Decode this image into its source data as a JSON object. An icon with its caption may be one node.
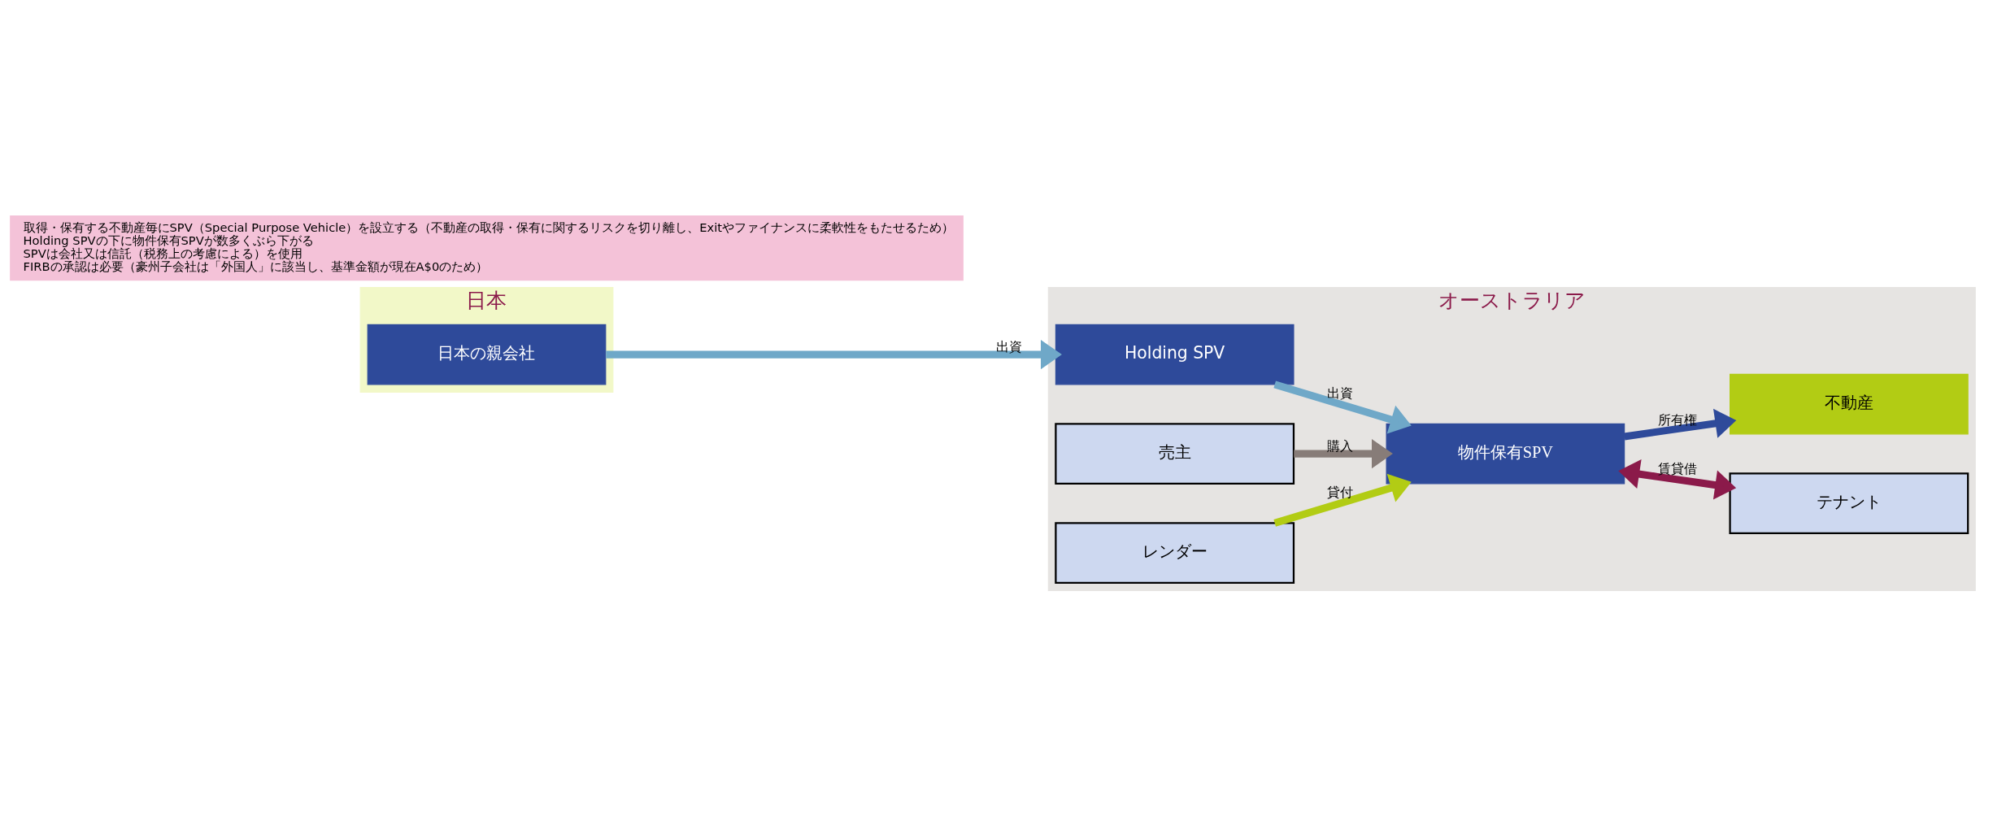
{
  "diagram": {
    "nodes": [
      {
        "text": [
          "日本"
        ]
      },
      {
        "text": [
          "オーストラリア"
        ]
      },
      {
        "text": [
          "日本の親会社"
        ],
        "in": 0
      },
      {
        "text": [
          "Holding SPV"
        ],
        "in": 1
      },
      {
        "text": [
          "物件保有SPV"
        ],
        "in": 1
      },
      {
        "text": [
          "売主"
        ],
        "in": 1
      },
      {
        "text": [
          "テナント"
        ],
        "in": 1
      },
      {
        "text": [
          "不動産"
        ],
        "in": 1
      },
      {
        "text": [
          "レンダー"
        ],
        "in": 1
      },
      {
        "text": [
          "取得・保有する不動産毎にSPV（Special Purpose Vehicle）を設立する（不動産の取得・保有に関するリスクを切り離し、Exitやファイナンスに柔軟性をもたせるため）",
          "Holding SPVの下に物件保有SPVが数多くぶら下がる",
          "SPVは会社又は信託（税務上の考慮による）を使用",
          "FIRBの承認は必要（豪州子会社は「外国人」に該当し、基準金額が現在A$0のため）"
        ]
      }
    ],
    "edges": [
      {
        "from": 2,
        "to": 3,
        "arrow": "to",
        "label": "出資",
        "color": "#6fa8c8"
      },
      {
        "from": 3,
        "to": 4,
        "arrow": "to",
        "label": "出資",
        "color": "#6fa8c8"
      },
      {
        "from": 5,
        "to": 4,
        "arrow": "to",
        "label": "購入",
        "color": "#877c78"
      },
      {
        "from": 6,
        "to": 4,
        "arrow": "both",
        "label": "賃貸借",
        "color": "#8b1a4a"
      },
      {
        "from": 4,
        "to": 7,
        "arrow": "to",
        "label": "所有権",
        "color": "#2e4a9a"
      },
      {
        "from": 8,
        "to": 4,
        "arrow": "to",
        "label": "貸付",
        "color": "#b2cc14"
      }
    ]
  }
}
